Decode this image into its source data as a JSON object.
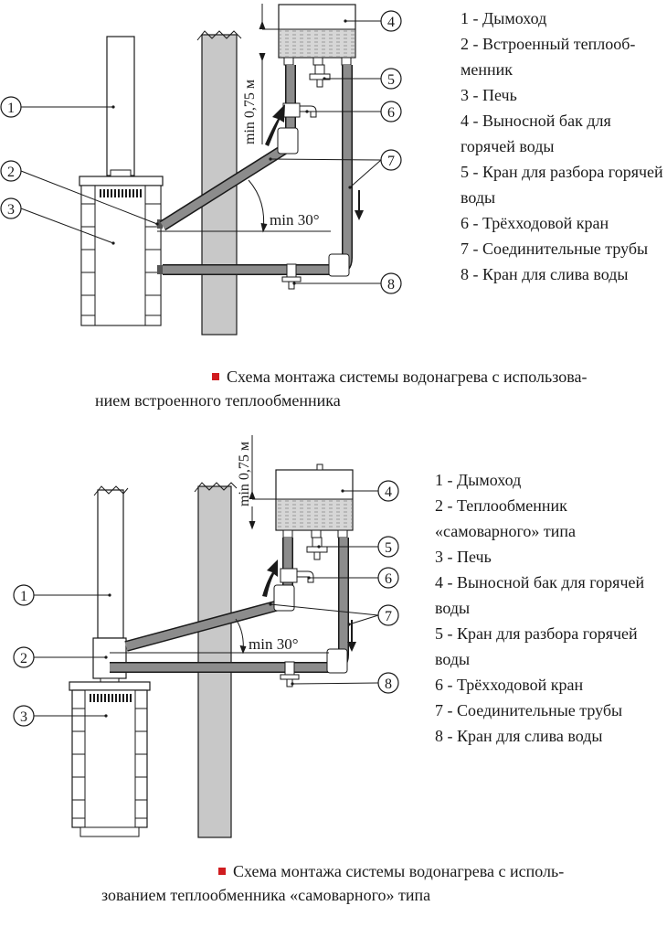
{
  "diagram1": {
    "callouts": [
      "1",
      "2",
      "3",
      "4",
      "5",
      "6",
      "7",
      "8"
    ],
    "height_label": "min 0,75 м",
    "angle_label": "min 30°",
    "legend": [
      "1 - Дымоход",
      "2 - Встроенный теплооб-менник",
      "3 - Печь",
      "4 - Выносной бак для горячей воды",
      "5 - Кран для разбора горячей воды",
      "6 - Трёхходовой кран",
      "7 - Соединительные трубы",
      "8 - Кран для слива воды"
    ],
    "caption_line1": "Схема монтажа системы водонагрева с использова-",
    "caption_line2": "нием встроенного теплообменника"
  },
  "diagram2": {
    "callouts": [
      "1",
      "2",
      "3",
      "4",
      "5",
      "6",
      "7",
      "8"
    ],
    "height_label": "min 0,75 м",
    "angle_label": "min 30°",
    "legend": [
      "1 - Дымоход",
      "2 - Теплообменник «самоварного» типа",
      "3 - Печь",
      "4 - Выносной бак для горячей воды",
      "5 - Кран для разбора горячей воды",
      "6 - Трёхходовой кран",
      "7 - Соединительные трубы",
      "8 - Кран для слива воды"
    ],
    "caption_line1": "Схема монтажа системы водонагрева с исполь-",
    "caption_line2": "зованием теплообменника «самоварного» типа"
  },
  "colors": {
    "pipe": "#8c8c8c",
    "wall": "#c8c8c8",
    "water": "#c9c9c9",
    "line": "#1a1a1a",
    "bullet": "#d01c1f"
  }
}
